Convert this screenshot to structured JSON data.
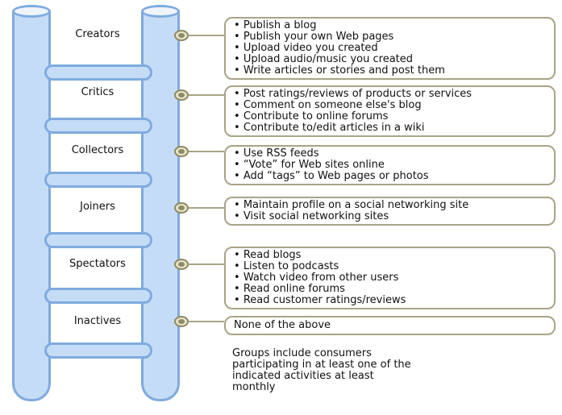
{
  "groups": [
    {
      "name": "Creators",
      "activities": [
        "Publish a blog",
        "Publish your own Web pages",
        "Upload video you created",
        "Upload audio/music you created",
        "Write articles or stories and post them"
      ]
    },
    {
      "name": "Critics",
      "activities": [
        "Post ratings/reviews of products or services",
        "Comment on someone else's blog",
        "Contribute to online forums",
        "Contribute to/edit articles in a wiki"
      ]
    },
    {
      "name": "Collectors",
      "activities": [
        "Use RSS feeds",
        "“Vote” for Web sites online",
        "Add “tags” to Web pages or photos"
      ]
    },
    {
      "name": "Joiners",
      "activities": [
        "Maintain profile on a social networking site",
        "Visit social networking sites"
      ]
    },
    {
      "name": "Spectators",
      "activities": [
        "Read blogs",
        "Listen to podcasts",
        "Watch video from other users",
        "Read online forums",
        "Read customer ratings/reviews"
      ]
    },
    {
      "name": "Inactives",
      "activities": [],
      "text": "None of the above"
    }
  ],
  "footnote": "Groups include consumers participating in at least one of the indicated activities at least monthly",
  "colors": {
    "rail_fill": "#c5dcf6",
    "rail_stroke": "#7fabdf",
    "connector": "#8e8a62",
    "box_border": "#a8a488"
  }
}
